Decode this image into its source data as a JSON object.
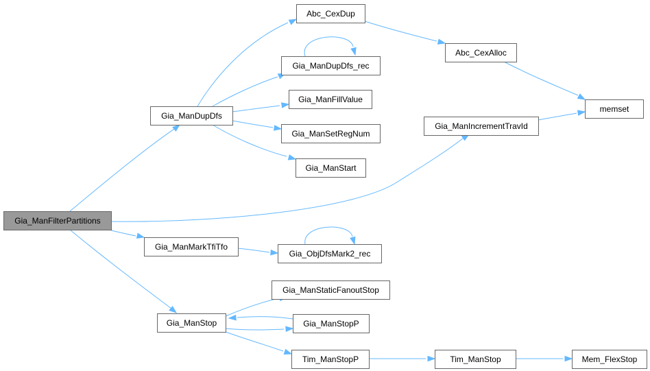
{
  "diagram": {
    "type": "call-graph",
    "colors": {
      "edge": "#63b8ff",
      "node_border": "#666666",
      "node_fill": "#ffffff",
      "root_fill": "#999999"
    },
    "nodes": [
      {
        "id": "root",
        "label": "Gia_ManFilterPartitions",
        "highlight": true
      },
      {
        "id": "dupdfs",
        "label": "Gia_ManDupDfs"
      },
      {
        "id": "cexdup",
        "label": "Abc_CexDup"
      },
      {
        "id": "cexalloc",
        "label": "Abc_CexAlloc"
      },
      {
        "id": "memset",
        "label": "memset"
      },
      {
        "id": "dupdfsrec",
        "label": "Gia_ManDupDfs_rec"
      },
      {
        "id": "fillvalue",
        "label": "Gia_ManFillValue"
      },
      {
        "id": "setregnum",
        "label": "Gia_ManSetRegNum"
      },
      {
        "id": "start",
        "label": "Gia_ManStart"
      },
      {
        "id": "inctravid",
        "label": "Gia_ManIncrementTravId"
      },
      {
        "id": "marktfi",
        "label": "Gia_ManMarkTfiTfo"
      },
      {
        "id": "dfsmark2",
        "label": "Gia_ObjDfsMark2_rec"
      },
      {
        "id": "manstop",
        "label": "Gia_ManStop"
      },
      {
        "id": "staticfanout",
        "label": "Gia_ManStaticFanoutStop"
      },
      {
        "id": "manstopp",
        "label": "Gia_ManStopP"
      },
      {
        "id": "timstopp",
        "label": "Tim_ManStopP"
      },
      {
        "id": "timstop",
        "label": "Tim_ManStop"
      },
      {
        "id": "memflex",
        "label": "Mem_FlexStop"
      }
    ],
    "edges": [
      {
        "from": "root",
        "to": "dupdfs"
      },
      {
        "from": "root",
        "to": "inctravid"
      },
      {
        "from": "root",
        "to": "marktfi"
      },
      {
        "from": "root",
        "to": "manstop"
      },
      {
        "from": "dupdfs",
        "to": "cexdup"
      },
      {
        "from": "dupdfs",
        "to": "dupdfsrec"
      },
      {
        "from": "dupdfs",
        "to": "fillvalue"
      },
      {
        "from": "dupdfs",
        "to": "setregnum"
      },
      {
        "from": "dupdfs",
        "to": "start"
      },
      {
        "from": "cexdup",
        "to": "cexalloc"
      },
      {
        "from": "cexalloc",
        "to": "memset"
      },
      {
        "from": "inctravid",
        "to": "memset"
      },
      {
        "from": "dupdfsrec",
        "to": "dupdfsrec"
      },
      {
        "from": "marktfi",
        "to": "dfsmark2"
      },
      {
        "from": "dfsmark2",
        "to": "dfsmark2"
      },
      {
        "from": "manstop",
        "to": "staticfanout"
      },
      {
        "from": "manstop",
        "to": "manstopp"
      },
      {
        "from": "manstopp",
        "to": "manstop"
      },
      {
        "from": "manstop",
        "to": "timstopp"
      },
      {
        "from": "timstopp",
        "to": "timstop"
      },
      {
        "from": "timstop",
        "to": "memflex"
      }
    ]
  }
}
